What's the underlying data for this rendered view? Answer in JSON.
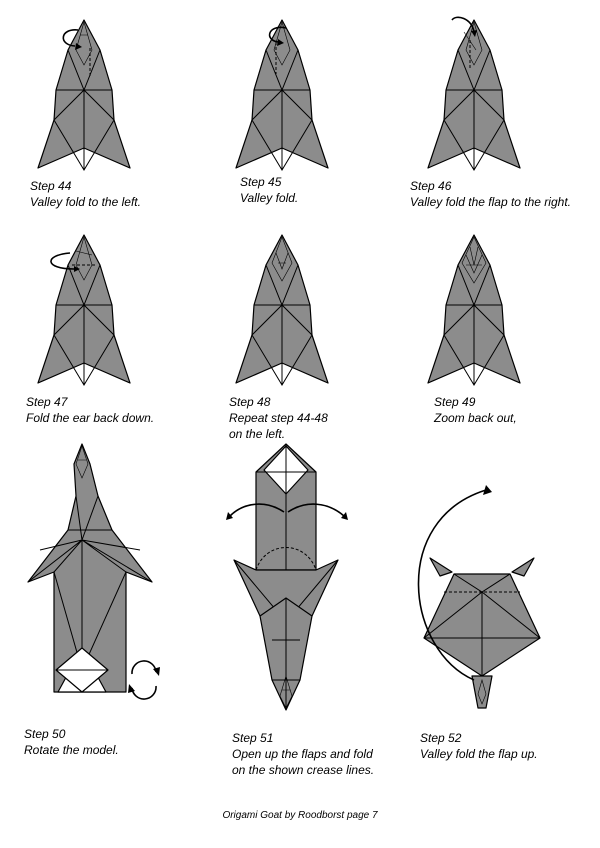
{
  "steps": [
    {
      "title": "Step 44",
      "text": "Valley fold to the left.",
      "text2": ""
    },
    {
      "title": "Step 45",
      "text": "Valley fold.",
      "text2": ""
    },
    {
      "title": "Step 46",
      "text": "Valley fold the flap to the right.",
      "text2": ""
    },
    {
      "title": "Step  47",
      "text": "Fold the ear back down.",
      "text2": ""
    },
    {
      "title": "Step 48",
      "text": "Repeat step 44-48",
      "text2": "on the left."
    },
    {
      "title": "Step 49",
      "text": "Zoom back out,",
      "text2": ""
    },
    {
      "title": "Step 50",
      "text": "Rotate the model.",
      "text2": ""
    },
    {
      "title": "Step 51",
      "text": "Open up the flaps and fold",
      "text2": "on the shown crease lines."
    },
    {
      "title": "Step 52",
      "text": "Valley fold the flap up.",
      "text2": ""
    }
  ],
  "footer": "Origami Goat by Roodborst page 7",
  "colors": {
    "paper": "#8c8c8c",
    "background": "#ffffff"
  }
}
